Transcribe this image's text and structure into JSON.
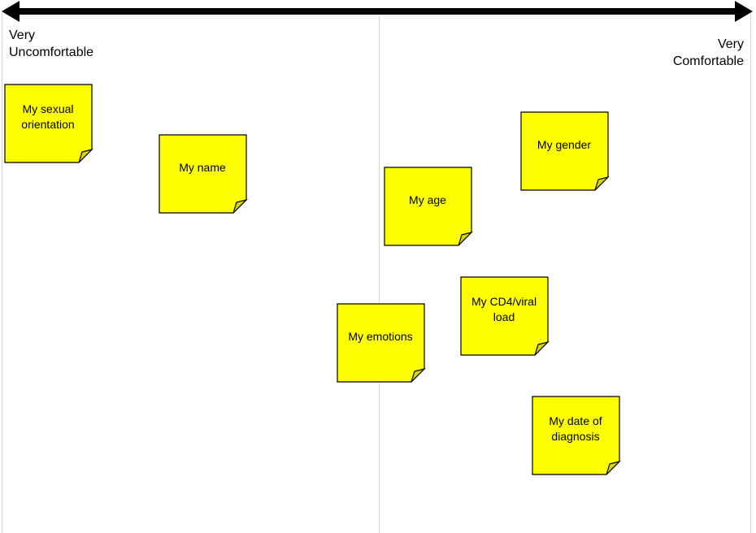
{
  "scale": {
    "left_label": [
      "Very",
      "Uncomfortable"
    ],
    "right_label": [
      "Very",
      "Comfortable"
    ]
  },
  "colors": {
    "note_fill": "#FFFF00",
    "outline": "#000000",
    "guide": "#D9D9D9"
  },
  "notes": [
    {
      "id": "sexual-orientation",
      "text": "My sexual orientation"
    },
    {
      "id": "name",
      "text": "My name"
    },
    {
      "id": "age",
      "text": "My age"
    },
    {
      "id": "gender",
      "text": "My gender"
    },
    {
      "id": "emotions",
      "text": "My emotions"
    },
    {
      "id": "cd4-viral-load",
      "text": "My CD4/viral load"
    },
    {
      "id": "date-of-diagnosis",
      "text": "My date of diagnosis"
    }
  ]
}
